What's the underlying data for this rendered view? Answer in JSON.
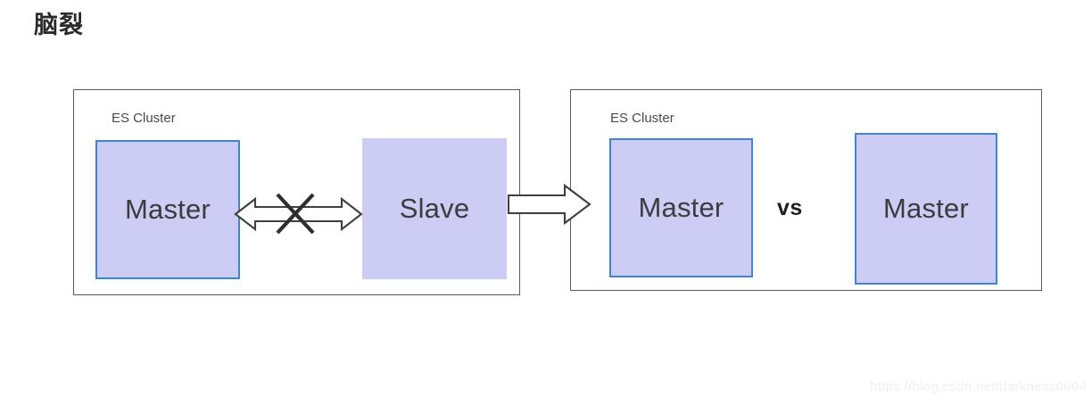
{
  "page": {
    "title": "脑裂",
    "background_color": "#ffffff",
    "watermark": "https://blog.csdn.net/darkness0604"
  },
  "colors": {
    "node_fill": "#ccccf4",
    "node_border": "#3d85d8",
    "container_border": "#5a5a5a",
    "arrow_stroke": "#3f3f3f",
    "arrow_fill": "#ffffff",
    "text": "#3c3c3c",
    "label_text": "#4a4a4a",
    "watermark_text": "#efefef"
  },
  "clusters": [
    {
      "id": "left",
      "label": "ES Cluster",
      "nodes": [
        {
          "id": "master-left",
          "label": "Master",
          "bordered": true
        },
        {
          "id": "slave",
          "label": "Slave",
          "bordered": false
        }
      ]
    },
    {
      "id": "right",
      "label": "ES Cluster",
      "separator": "vs",
      "nodes": [
        {
          "id": "master-mid",
          "label": "Master",
          "bordered": true
        },
        {
          "id": "master-right",
          "label": "Master",
          "bordered": true
        }
      ]
    }
  ],
  "connectors": [
    {
      "id": "broken-link",
      "type": "double-headed-block-arrow",
      "crossed_out": true,
      "from": "master-left",
      "to": "slave",
      "meaning": "communication-failure"
    },
    {
      "id": "transition",
      "type": "right-block-arrow",
      "crossed_out": false,
      "from": "cluster-left",
      "to": "cluster-right",
      "meaning": "results-in"
    }
  ]
}
